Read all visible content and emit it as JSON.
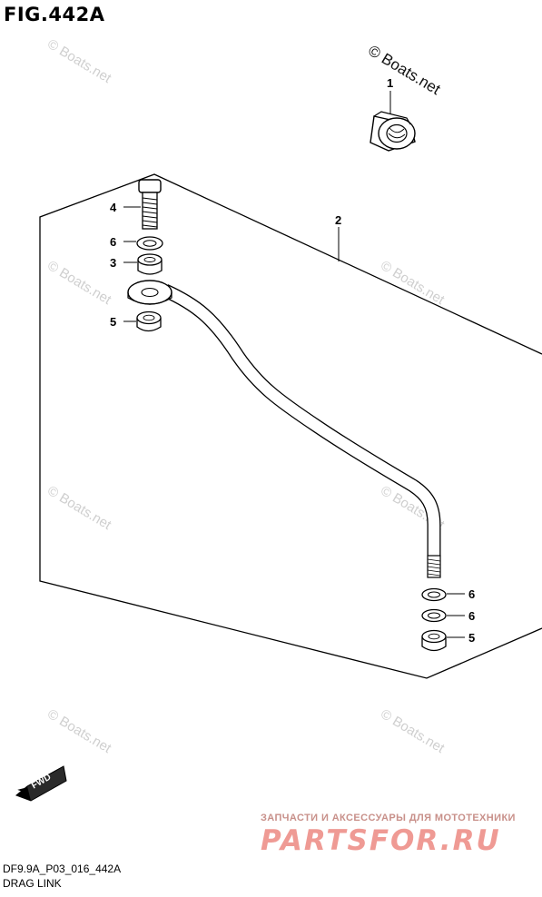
{
  "figure": {
    "title": "FIG.442A",
    "copyright": "© Boats.net",
    "watermark": "© Boats.net",
    "model_code": "DF9.9A_P03_016_442A",
    "diagram_name": "DRAG LINK"
  },
  "parts": {
    "nut_top": "1",
    "drag_link": "2",
    "collar": "3",
    "bolt": "4",
    "nut_left": "5",
    "washer_left": "6",
    "washer_right_1": "6",
    "washer_right_2": "6",
    "nut_right": "5"
  },
  "direction": {
    "fwd_label": "FWD"
  },
  "shop": {
    "tagline": "ЗАПЧАСТИ И АКСЕССУАРЫ ДЛЯ МОТОТЕХНИКИ",
    "logo": "PARTSFOR.RU"
  },
  "colors": {
    "line": "#000000",
    "watermark": "#cfcfcf",
    "shop_logo": "#ef9a94",
    "shop_tagline": "#c8908a"
  }
}
